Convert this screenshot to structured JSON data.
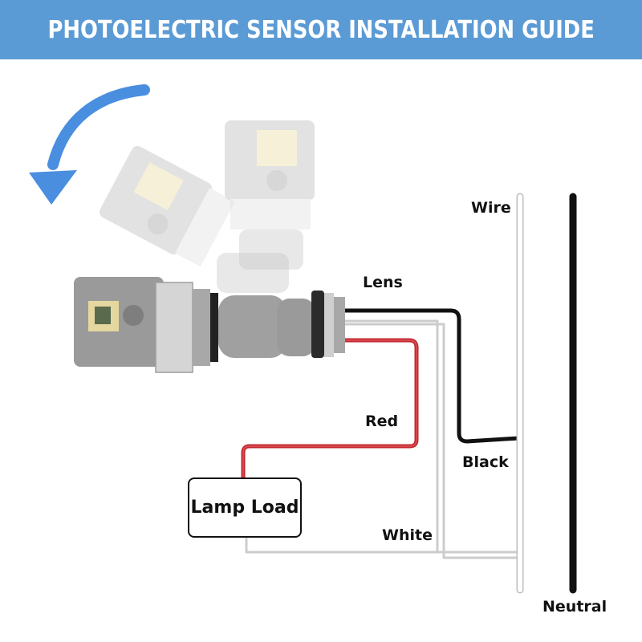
{
  "header": {
    "title": "PHOTOELECTRIC SENSOR INSTALLATION GUIDE"
  },
  "labels": {
    "wire": "Wire",
    "lens": "Lens",
    "red": "Red",
    "black": "Black",
    "white": "White",
    "neutral": "Neutral",
    "lamp_load": "Lamp Load"
  },
  "colors": {
    "banner": "#5b9bd5",
    "arrow": "#4a8ee0",
    "wire_black": "#111111",
    "wire_red": "#c0272d",
    "wire_white": "#cccccc",
    "sensor_gray": "#9a9a9a"
  },
  "icons": [
    "rotate-arrow-icon",
    "photocell-sensor-icon"
  ]
}
